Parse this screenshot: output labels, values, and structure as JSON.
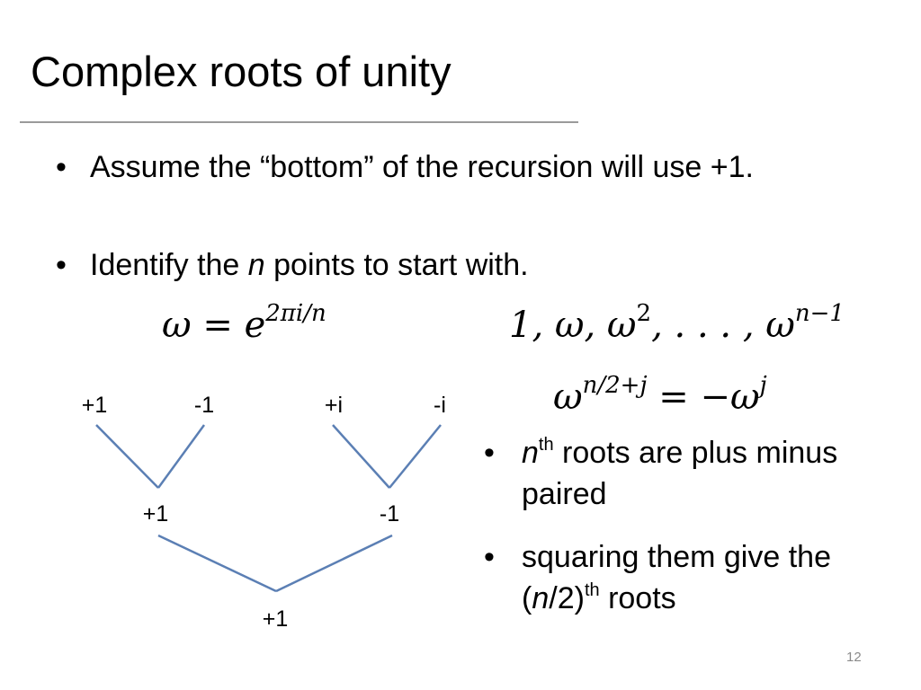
{
  "slide": {
    "title": "Complex roots of unity",
    "bullets": [
      {
        "text": "Assume the “bottom” of the recursion will use +1."
      },
      {
        "pre": "Identify the ",
        "em": "n",
        "post": " points to start with."
      }
    ],
    "formulas": {
      "omega_def": {
        "lhs": "ω",
        "eq": " = ",
        "base": "e",
        "exp": "2πi/n"
      },
      "roots_list": {
        "text": "1, ω, ω",
        "exp2": "2",
        "mid": ", . . . , ω",
        "expn": "n−1"
      },
      "pairing": {
        "base": "ω",
        "exp": "n/2+j",
        "eq": " = −ω",
        "expj": "j"
      }
    },
    "side_bullets": [
      {
        "em": "n",
        "sup": "th",
        "post": " roots are plus minus paired"
      },
      {
        "pre": "squaring them give the (",
        "em": "n",
        "mid": "/2)",
        "sup": "th",
        "post": " roots"
      }
    ],
    "tree": {
      "leaves": [
        "+1",
        "-1",
        "+i",
        "-i"
      ],
      "middle": [
        "+1",
        "-1"
      ],
      "root": "+1",
      "line_color": "#5b7fb4"
    },
    "page_number": "12"
  }
}
